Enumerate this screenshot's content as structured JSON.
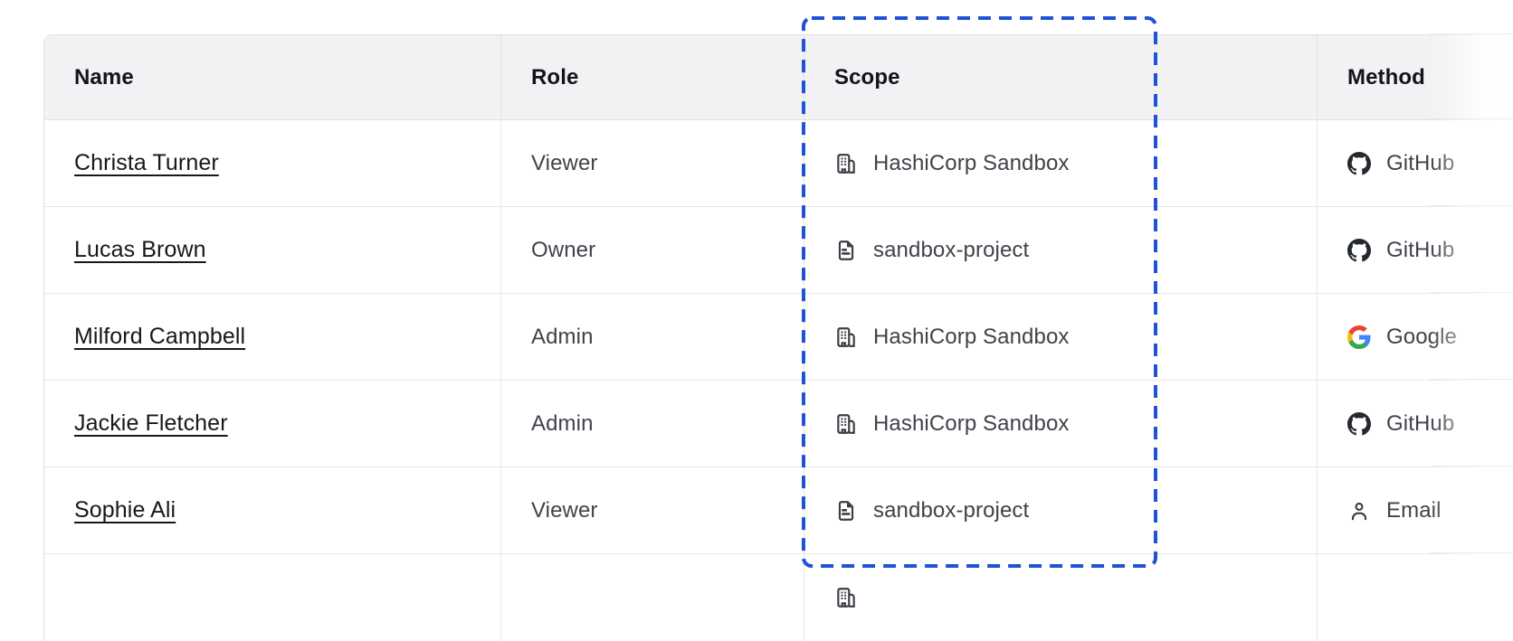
{
  "annotation": {
    "type": "dashed-highlight-box",
    "highlighted_column": "Scope",
    "color": "#1f52d4"
  },
  "table": {
    "headers": [
      {
        "label": "Name"
      },
      {
        "label": "Role"
      },
      {
        "label": "Scope"
      },
      {
        "label": "Method"
      }
    ],
    "rows": [
      {
        "name": "Christa Turner",
        "role": "Viewer",
        "scope": {
          "icon": "org-building-icon",
          "label": "HashiCorp Sandbox"
        },
        "method": {
          "icon": "github-icon",
          "label": "GitHub"
        }
      },
      {
        "name": "Lucas Brown",
        "role": "Owner",
        "scope": {
          "icon": "document-icon",
          "label": "sandbox-project"
        },
        "method": {
          "icon": "github-icon",
          "label": "GitHub"
        }
      },
      {
        "name": "Milford Campbell",
        "role": "Admin",
        "scope": {
          "icon": "org-building-icon",
          "label": "HashiCorp Sandbox"
        },
        "method": {
          "icon": "google-icon",
          "label": "Google"
        }
      },
      {
        "name": "Jackie Fletcher",
        "role": "Admin",
        "scope": {
          "icon": "org-building-icon",
          "label": "HashiCorp Sandbox"
        },
        "method": {
          "icon": "github-icon",
          "label": "GitHub"
        }
      },
      {
        "name": "Sophie Ali",
        "role": "Viewer",
        "scope": {
          "icon": "document-icon",
          "label": "sandbox-project"
        },
        "method": {
          "icon": "user-icon",
          "label": "Email"
        }
      }
    ],
    "partial_row": {
      "scope": {
        "icon": "org-building-icon",
        "label": ""
      }
    }
  },
  "colors": {
    "header_bg": "#f2f2f4",
    "border": "#e6e7eb",
    "accent_blue": "#1f52d4",
    "github_dark": "#24292f",
    "google_blue": "#4285f4",
    "google_green": "#34a853",
    "google_yellow": "#fbbc05",
    "google_red": "#ea4335",
    "icon_gray": "#3b3f46",
    "text_primary": "#17181c",
    "text_secondary": "#3f434a"
  }
}
